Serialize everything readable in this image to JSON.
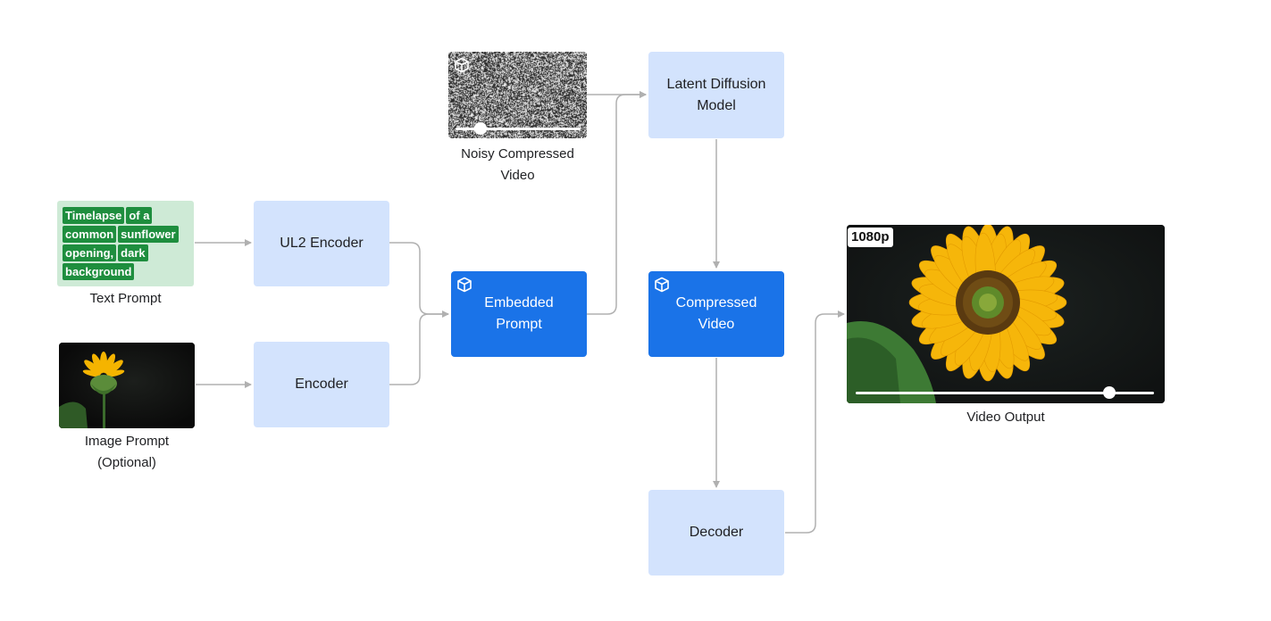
{
  "text_prompt": {
    "tokens": [
      [
        "Timelapse",
        "of a"
      ],
      [
        "common",
        "sunflower"
      ],
      [
        "opening,",
        "dark"
      ],
      [
        "background"
      ]
    ],
    "caption": "Text Prompt"
  },
  "image_prompt": {
    "caption": "Image Prompt\n(Optional)"
  },
  "noise": {
    "caption": "Noisy Compressed\nVideo"
  },
  "nodes": {
    "ul2_encoder": "UL2 Encoder",
    "encoder": "Encoder",
    "embedded_prompt": "Embedded\nPrompt",
    "latent_diffusion": "Latent Diffusion\nModel",
    "compressed_video": "Compressed\nVideo",
    "decoder": "Decoder"
  },
  "video_output": {
    "badge": "1080p",
    "caption": "Video Output",
    "progress": 0.85
  },
  "noise_progress": 0.2,
  "colors": {
    "light_node": "#d3e3fd",
    "dark_node": "#1a73e8",
    "text_prompt_bg": "#ceead6",
    "token_bg": "#1e8e3e",
    "connector": "#b0b0b0"
  }
}
